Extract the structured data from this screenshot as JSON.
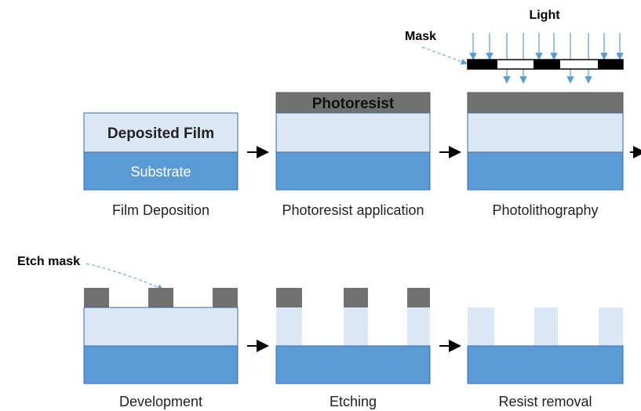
{
  "labels": {
    "light": "Light",
    "mask": "Mask",
    "etch_mask": "Etch mask",
    "deposited_film": "Deposited Film",
    "substrate": "Substrate",
    "photoresist": "Photoresist"
  },
  "steps": {
    "film_deposition": "Film Deposition",
    "photoresist_application": "Photoresist application",
    "photolithography": "Photolithography",
    "development": "Development",
    "etching": "Etching",
    "resist_removal": "Resist removal"
  },
  "colors": {
    "substrate": "#5b9bd5",
    "film": "#dbe7f4",
    "resist": "#717171",
    "mask_dark": "#000000",
    "arrow": "#5b9bd5",
    "outline": "#3c6ea8"
  }
}
